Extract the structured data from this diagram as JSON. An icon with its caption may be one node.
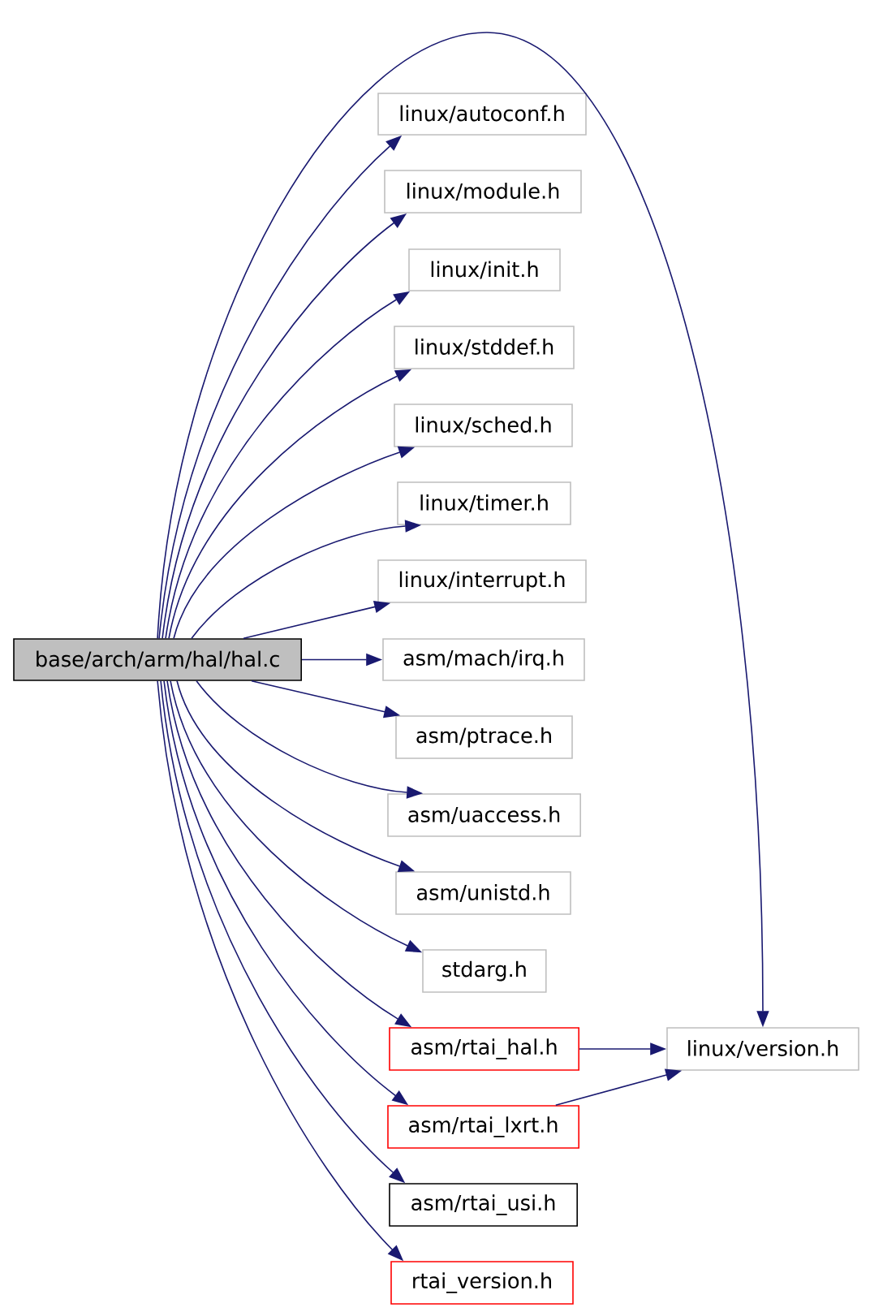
{
  "diagram": {
    "nodes": [
      {
        "text": [
          "linux/autoconf.h"
        ]
      },
      {
        "text": [
          "linux/module.h"
        ]
      },
      {
        "text": [
          "linux/init.h"
        ]
      },
      {
        "text": [
          "linux/stddef.h"
        ]
      },
      {
        "text": [
          "linux/sched.h"
        ]
      },
      {
        "text": [
          "linux/timer.h"
        ]
      },
      {
        "text": [
          "linux/interrupt.h"
        ]
      },
      {
        "text": [
          "base/arch/arm/hal/hal.c"
        ]
      },
      {
        "text": [
          "asm/mach/irq.h"
        ]
      },
      {
        "text": [
          "asm/ptrace.h"
        ]
      },
      {
        "text": [
          "asm/uaccess.h"
        ]
      },
      {
        "text": [
          "asm/unistd.h"
        ]
      },
      {
        "text": [
          "stdarg.h"
        ]
      },
      {
        "text": [
          "asm/rtai_hal.h"
        ]
      },
      {
        "text": [
          "linux/version.h"
        ]
      },
      {
        "text": [
          "asm/rtai_lxrt.h"
        ]
      },
      {
        "text": [
          "asm/rtai_usi.h"
        ]
      },
      {
        "text": [
          "rtai_version.h"
        ]
      }
    ],
    "edges": [
      {
        "from": 7,
        "to": 0,
        "arrow": "to"
      },
      {
        "from": 7,
        "to": 1,
        "arrow": "to"
      },
      {
        "from": 7,
        "to": 2,
        "arrow": "to"
      },
      {
        "from": 7,
        "to": 3,
        "arrow": "to"
      },
      {
        "from": 7,
        "to": 4,
        "arrow": "to"
      },
      {
        "from": 7,
        "to": 5,
        "arrow": "to"
      },
      {
        "from": 7,
        "to": 6,
        "arrow": "to"
      },
      {
        "from": 7,
        "to": 8,
        "arrow": "to"
      },
      {
        "from": 7,
        "to": 9,
        "arrow": "to"
      },
      {
        "from": 7,
        "to": 10,
        "arrow": "to"
      },
      {
        "from": 7,
        "to": 11,
        "arrow": "to"
      },
      {
        "from": 7,
        "to": 12,
        "arrow": "to"
      },
      {
        "from": 7,
        "to": 13,
        "arrow": "to"
      },
      {
        "from": 7,
        "to": 14,
        "arrow": "to"
      },
      {
        "from": 7,
        "to": 15,
        "arrow": "to"
      },
      {
        "from": 7,
        "to": 16,
        "arrow": "to"
      },
      {
        "from": 7,
        "to": 17,
        "arrow": "to"
      },
      {
        "from": 13,
        "to": 14,
        "arrow": "to"
      },
      {
        "from": 15,
        "to": 14,
        "arrow": "to"
      }
    ]
  }
}
